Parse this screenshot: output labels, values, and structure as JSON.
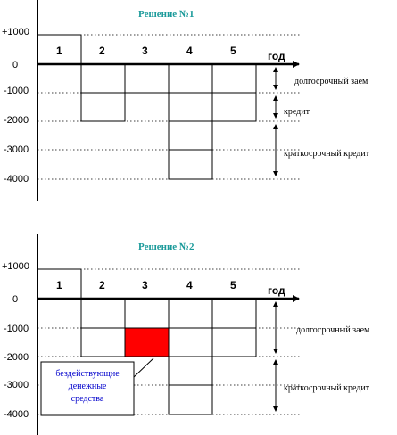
{
  "panels": [
    {
      "title": "Решение №1",
      "y_ticks": [
        "+1000",
        "0",
        "-1000",
        "-2000",
        "-3000",
        "-4000"
      ],
      "columns": [
        "1",
        "2",
        "3",
        "4",
        "5"
      ],
      "axis_label": "год",
      "values": [
        1000,
        -2000,
        -1000,
        -4000,
        -2000
      ],
      "side_labels": [
        "долгосрочный заем",
        "кредит",
        "краткосрочный кредит"
      ]
    },
    {
      "title": "Решение №2",
      "y_ticks": [
        "+1000",
        "0",
        "-1000",
        "-2000",
        "-3000",
        "-4000"
      ],
      "columns": [
        "1",
        "2",
        "3",
        "4",
        "5"
      ],
      "axis_label": "год",
      "values": [
        1000,
        -2000,
        -2000,
        -4000,
        -2000
      ],
      "highlight": {
        "column": "3",
        "from": -1000,
        "to": -2000,
        "color": "#ff0000"
      },
      "note_lines": [
        "бездействующие",
        "денежные",
        "средства"
      ],
      "side_labels": [
        "долгосрочный заем",
        "краткосрочный кредит"
      ]
    }
  ]
}
